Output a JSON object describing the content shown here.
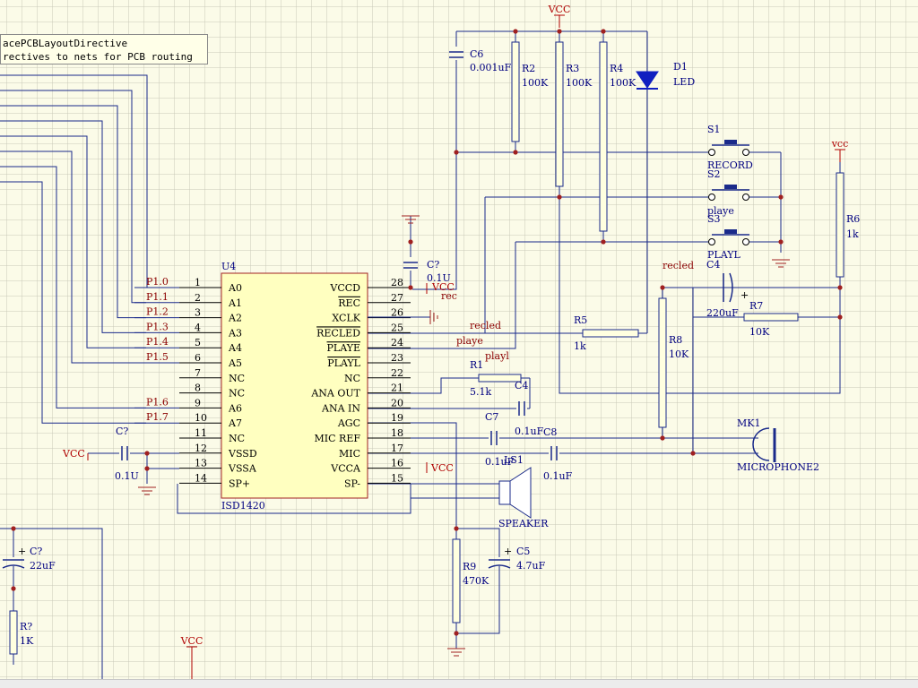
{
  "tooltip": {
    "line1": "acePCBLayoutDirective",
    "line2": "rectives to nets for PCB routing"
  },
  "colors": {
    "wire": "#1a2a8a",
    "power": "#b00000",
    "body_fill": "#ffffc0",
    "body_stroke": "#a02020",
    "grid": "#c8c8b8",
    "label": "#000080",
    "net_label": "#8b0000"
  },
  "chip": {
    "designator": "U4",
    "part": "ISD1420",
    "left_pins": [
      {
        "num": "1",
        "name": "A0",
        "net": "P1.0"
      },
      {
        "num": "2",
        "name": "A1",
        "net": "P1.1"
      },
      {
        "num": "3",
        "name": "A2",
        "net": "P1.2"
      },
      {
        "num": "4",
        "name": "A3",
        "net": "P1.3"
      },
      {
        "num": "5",
        "name": "A4",
        "net": "P1.4"
      },
      {
        "num": "6",
        "name": "A5",
        "net": "P1.5"
      },
      {
        "num": "7",
        "name": "NC",
        "net": ""
      },
      {
        "num": "8",
        "name": "NC",
        "net": ""
      },
      {
        "num": "9",
        "name": "A6",
        "net": "P1.6"
      },
      {
        "num": "10",
        "name": "A7",
        "net": "P1.7"
      },
      {
        "num": "11",
        "name": "NC",
        "net": ""
      },
      {
        "num": "12",
        "name": "VSSD",
        "net": ""
      },
      {
        "num": "13",
        "name": "VSSA",
        "net": ""
      },
      {
        "num": "14",
        "name": "SP+",
        "net": ""
      }
    ],
    "right_pins": [
      {
        "num": "28",
        "name": "VCCD",
        "bar": false
      },
      {
        "num": "27",
        "name": "REC",
        "bar": true
      },
      {
        "num": "26",
        "name": "XCLK",
        "bar": false
      },
      {
        "num": "25",
        "name": "RECLED",
        "bar": true
      },
      {
        "num": "24",
        "name": "PLAYE",
        "bar": true
      },
      {
        "num": "23",
        "name": "PLAYL",
        "bar": true
      },
      {
        "num": "22",
        "name": "NC",
        "bar": false
      },
      {
        "num": "21",
        "name": "ANA OUT",
        "bar": false
      },
      {
        "num": "20",
        "name": "ANA IN",
        "bar": false
      },
      {
        "num": "19",
        "name": "AGC",
        "bar": false
      },
      {
        "num": "18",
        "name": "MIC REF",
        "bar": false
      },
      {
        "num": "17",
        "name": "MIC",
        "bar": false
      },
      {
        "num": "16",
        "name": "VCCA",
        "bar": false
      },
      {
        "num": "15",
        "name": "SP-",
        "bar": false
      }
    ]
  },
  "components": {
    "R2": {
      "ref": "R2",
      "value": "100K"
    },
    "R3": {
      "ref": "R3",
      "value": "100K"
    },
    "R4": {
      "ref": "R4",
      "value": "100K"
    },
    "R5": {
      "ref": "R5",
      "value": "1k"
    },
    "R6": {
      "ref": "R6",
      "value": "1k"
    },
    "R7": {
      "ref": "R7",
      "value": "10K"
    },
    "R8": {
      "ref": "R8",
      "value": "10K"
    },
    "R9": {
      "ref": "R9",
      "value": "470K"
    },
    "R1": {
      "ref": "R1",
      "value": "5.1k"
    },
    "Rq": {
      "ref": "R?",
      "value": "1K"
    },
    "C6": {
      "ref": "C6",
      "value": "0.001uF"
    },
    "C4a": {
      "ref": "C4",
      "value": "220uF"
    },
    "C4b": {
      "ref": "C4",
      "value": "0.1uF"
    },
    "C7": {
      "ref": "C7",
      "value": "0.1uF"
    },
    "C8": {
      "ref": "C8",
      "value": "0.1uF"
    },
    "C5": {
      "ref": "C5",
      "value": "4.7uF"
    },
    "Cq1": {
      "ref": "C?",
      "value": "0.1U"
    },
    "Cq2": {
      "ref": "C?",
      "value": "0.1U"
    },
    "Cq3": {
      "ref": "C?",
      "value": "22uF"
    },
    "D1": {
      "ref": "D1",
      "value": "LED"
    },
    "S1": {
      "ref": "S1",
      "value": "RECORD"
    },
    "S2": {
      "ref": "S2",
      "value": "playe"
    },
    "S3": {
      "ref": "S3",
      "value": "PLAYL"
    },
    "MK1": {
      "ref": "MK1",
      "value": "MICROPHONE2"
    },
    "LS1": {
      "ref": "LS1",
      "value": "SPEAKER"
    }
  },
  "net_labels": {
    "vcc_upper": "VCC",
    "vcc_lower": "vcc",
    "vcc_pin": "VCC",
    "rec": "rec",
    "recled_net": "recled",
    "playe_net": "playe",
    "playl_net": "playl",
    "recled_switch": "recled",
    "vcc_left": "VCC",
    "vcc_pin16": "VCC",
    "vcc_bottom": "VCC"
  }
}
